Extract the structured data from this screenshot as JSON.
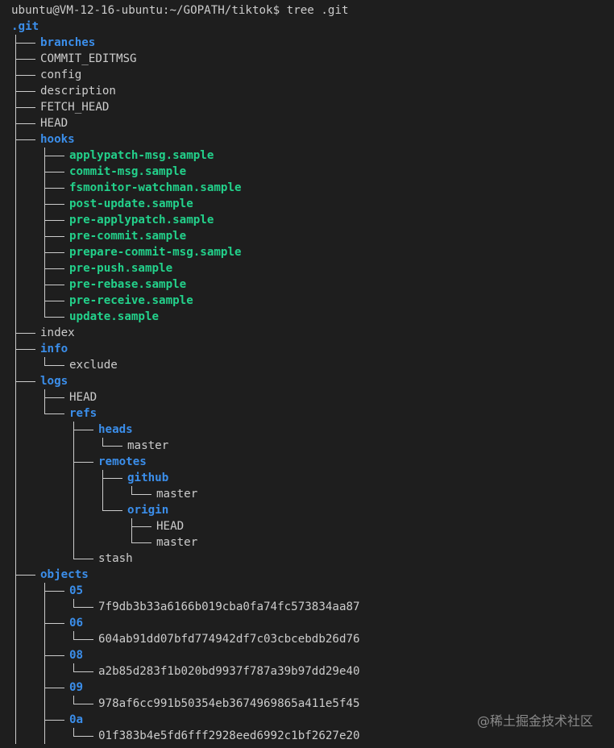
{
  "terminal": {
    "prompt": "ubuntu@VM-12-16-ubuntu:~/GOPATH/tiktok$ tree .git",
    "root": ".git",
    "tree": [
      {
        "name": "branches",
        "type": "dir",
        "children": []
      },
      {
        "name": "COMMIT_EDITMSG",
        "type": "file"
      },
      {
        "name": "config",
        "type": "file"
      },
      {
        "name": "description",
        "type": "file"
      },
      {
        "name": "FETCH_HEAD",
        "type": "file"
      },
      {
        "name": "HEAD",
        "type": "file"
      },
      {
        "name": "hooks",
        "type": "dir",
        "children": [
          {
            "name": "applypatch-msg.sample",
            "type": "exec"
          },
          {
            "name": "commit-msg.sample",
            "type": "exec"
          },
          {
            "name": "fsmonitor-watchman.sample",
            "type": "exec"
          },
          {
            "name": "post-update.sample",
            "type": "exec"
          },
          {
            "name": "pre-applypatch.sample",
            "type": "exec"
          },
          {
            "name": "pre-commit.sample",
            "type": "exec"
          },
          {
            "name": "prepare-commit-msg.sample",
            "type": "exec"
          },
          {
            "name": "pre-push.sample",
            "type": "exec"
          },
          {
            "name": "pre-rebase.sample",
            "type": "exec"
          },
          {
            "name": "pre-receive.sample",
            "type": "exec"
          },
          {
            "name": "update.sample",
            "type": "exec"
          }
        ]
      },
      {
        "name": "index",
        "type": "file"
      },
      {
        "name": "info",
        "type": "dir",
        "children": [
          {
            "name": "exclude",
            "type": "file"
          }
        ]
      },
      {
        "name": "logs",
        "type": "dir",
        "children": [
          {
            "name": "HEAD",
            "type": "file"
          },
          {
            "name": "refs",
            "type": "dir",
            "children": [
              {
                "name": "heads",
                "type": "dir",
                "children": [
                  {
                    "name": "master",
                    "type": "file"
                  }
                ]
              },
              {
                "name": "remotes",
                "type": "dir",
                "children": [
                  {
                    "name": "github",
                    "type": "dir",
                    "children": [
                      {
                        "name": "master",
                        "type": "file"
                      }
                    ]
                  },
                  {
                    "name": "origin",
                    "type": "dir",
                    "children": [
                      {
                        "name": "HEAD",
                        "type": "file"
                      },
                      {
                        "name": "master",
                        "type": "file"
                      }
                    ]
                  }
                ]
              },
              {
                "name": "stash",
                "type": "file"
              }
            ]
          }
        ]
      },
      {
        "name": "objects",
        "type": "dir",
        "open": true,
        "children": [
          {
            "name": "05",
            "type": "dir",
            "children": [
              {
                "name": "7f9db3b33a6166b019cba0fa74fc573834aa87",
                "type": "file"
              }
            ]
          },
          {
            "name": "06",
            "type": "dir",
            "children": [
              {
                "name": "604ab91dd07bfd774942df7c03cbcebdb26d76",
                "type": "file"
              }
            ]
          },
          {
            "name": "08",
            "type": "dir",
            "children": [
              {
                "name": "a2b85d283f1b020bd9937f787a39b97dd29e40",
                "type": "file"
              }
            ]
          },
          {
            "name": "09",
            "type": "dir",
            "children": [
              {
                "name": "978af6cc991b50354eb3674969865a411e5f45",
                "type": "file"
              }
            ]
          },
          {
            "name": "0a",
            "type": "dir",
            "open": true,
            "children": [
              {
                "name": "01f383b4e5fd6fff2928eed6992c1bf2627e20",
                "type": "file"
              }
            ]
          }
        ]
      }
    ]
  },
  "watermark": "@稀土掘金技术社区",
  "colors": {
    "background": "#1e1e1e",
    "text": "#cccccc",
    "directory": "#3b8eea",
    "executable": "#23d18b"
  }
}
